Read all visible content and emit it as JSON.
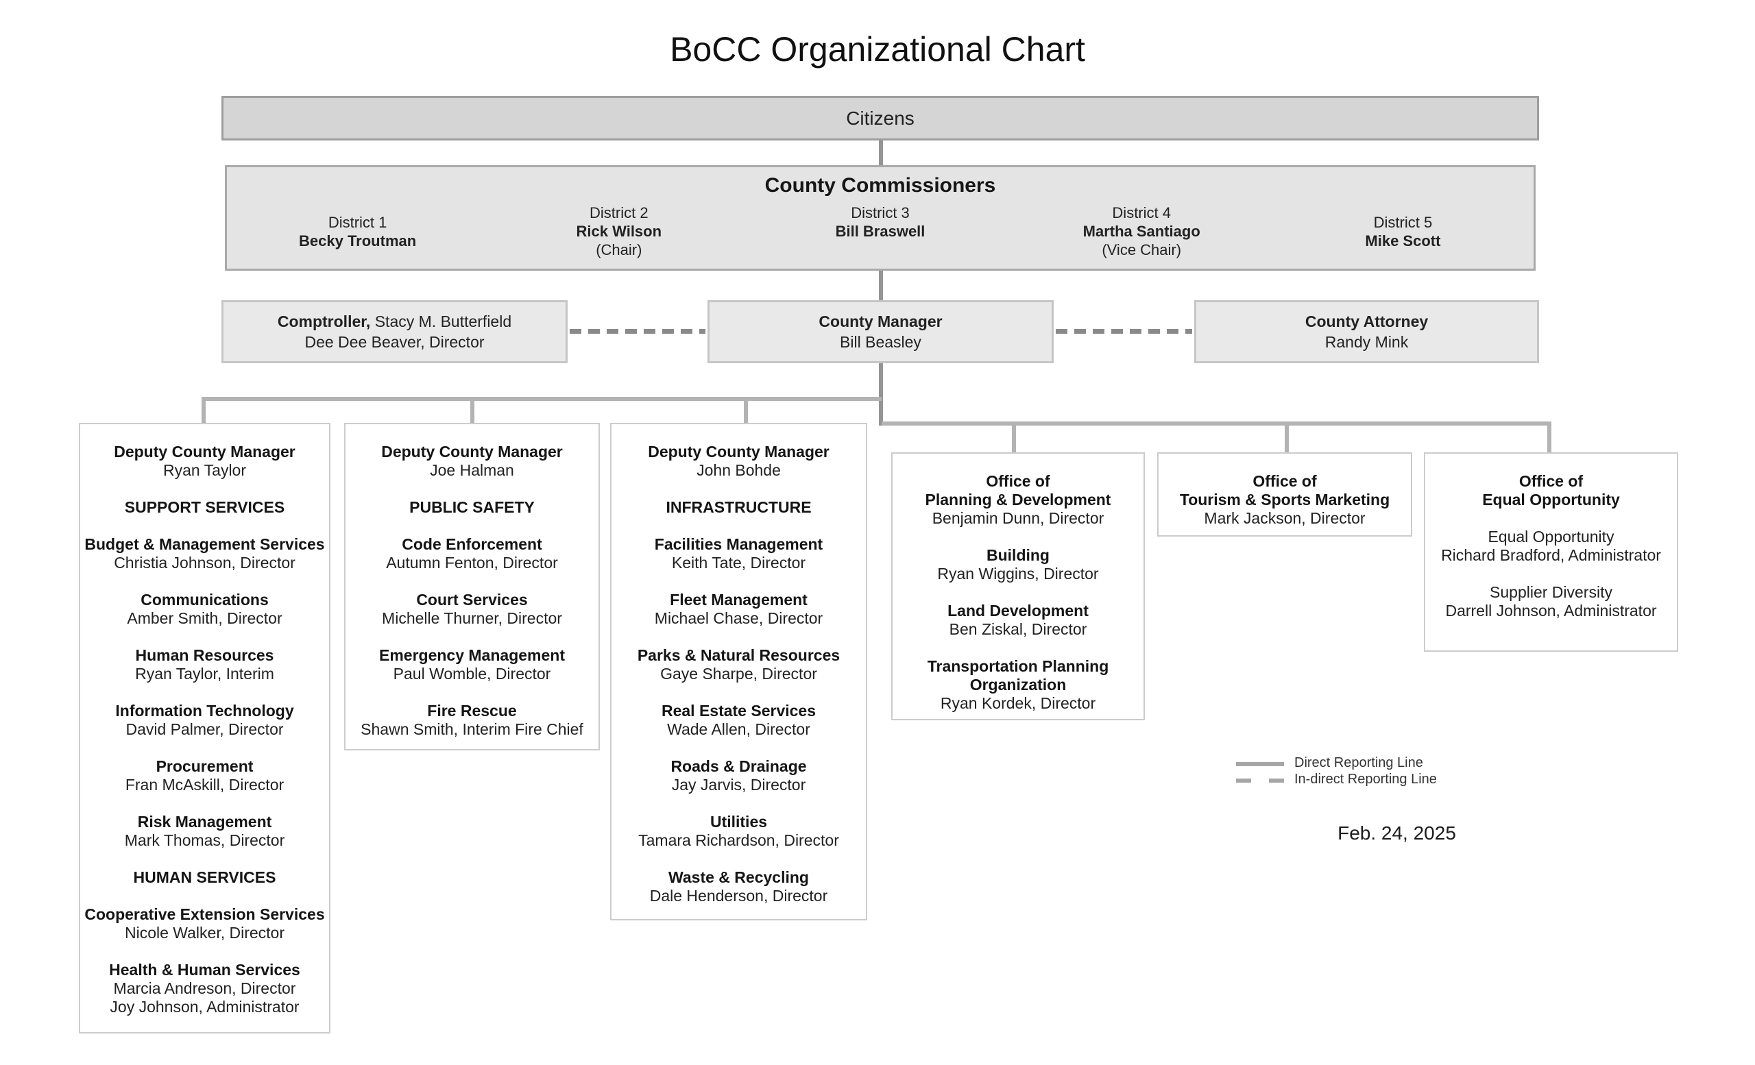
{
  "title": "BoCC Organizational Chart",
  "date": "Feb. 24, 2025",
  "citizens": {
    "label": "Citizens"
  },
  "commissioners": {
    "title": "County Commissioners",
    "districts": [
      {
        "district": "District 1",
        "name": "Becky Troutman",
        "role": ""
      },
      {
        "district": "District 2",
        "name": "Rick Wilson",
        "role": "(Chair)"
      },
      {
        "district": "District 3",
        "name": "Bill Braswell",
        "role": ""
      },
      {
        "district": "District 4",
        "name": "Martha Santiago",
        "role": "(Vice Chair)"
      },
      {
        "district": "District 5",
        "name": "Mike Scott",
        "role": ""
      }
    ]
  },
  "executives": {
    "comptroller": {
      "title": "Comptroller,",
      "title_rest": " Stacy M. Butterfield",
      "line2": "Dee Dee Beaver, Director"
    },
    "county_manager": {
      "title": "County Manager",
      "name": "Bill Beasley"
    },
    "county_attorney": {
      "title": "County Attorney",
      "name": "Randy Mink"
    }
  },
  "departments": [
    {
      "id": "support-services",
      "groups": [
        {
          "lines": [
            {
              "t": "Deputy County Manager",
              "b": true
            },
            {
              "t": "Ryan Taylor"
            }
          ]
        },
        {
          "lines": [
            {
              "t": "SUPPORT SERVICES",
              "b": true
            }
          ]
        },
        {
          "lines": [
            {
              "t": "Budget & Management Services",
              "b": true
            },
            {
              "t": "Christia Johnson, Director"
            }
          ]
        },
        {
          "lines": [
            {
              "t": "Communications",
              "b": true
            },
            {
              "t": "Amber Smith, Director"
            }
          ]
        },
        {
          "lines": [
            {
              "t": "Human Resources",
              "b": true
            },
            {
              "t": "Ryan Taylor, Interim"
            }
          ]
        },
        {
          "lines": [
            {
              "t": "Information Technology",
              "b": true
            },
            {
              "t": "David Palmer, Director"
            }
          ]
        },
        {
          "lines": [
            {
              "t": "Procurement",
              "b": true
            },
            {
              "t": "Fran McAskill, Director"
            }
          ]
        },
        {
          "lines": [
            {
              "t": "Risk Management",
              "b": true
            },
            {
              "t": "Mark Thomas, Director"
            }
          ]
        },
        {
          "lines": [
            {
              "t": "HUMAN SERVICES",
              "b": true
            }
          ]
        },
        {
          "lines": [
            {
              "t": "Cooperative Extension Services",
              "b": true
            },
            {
              "t": "Nicole Walker, Director"
            }
          ]
        },
        {
          "lines": [
            {
              "t": "Health & Human Services",
              "b": true
            },
            {
              "t": "Marcia Andreson, Director"
            },
            {
              "t": "Joy Johnson, Administrator"
            }
          ]
        }
      ]
    },
    {
      "id": "public-safety",
      "groups": [
        {
          "lines": [
            {
              "t": "Deputy County Manager",
              "b": true
            },
            {
              "t": "Joe Halman"
            }
          ]
        },
        {
          "lines": [
            {
              "t": "PUBLIC SAFETY",
              "b": true
            }
          ]
        },
        {
          "lines": [
            {
              "t": "Code Enforcement",
              "b": true
            },
            {
              "t": "Autumn Fenton, Director"
            }
          ]
        },
        {
          "lines": [
            {
              "t": "Court Services",
              "b": true
            },
            {
              "t": "Michelle Thurner, Director"
            }
          ]
        },
        {
          "lines": [
            {
              "t": "Emergency Management",
              "b": true
            },
            {
              "t": "Paul Womble, Director"
            }
          ]
        },
        {
          "lines": [
            {
              "t": "Fire Rescue",
              "b": true
            },
            {
              "t": "Shawn Smith, Interim Fire Chief"
            }
          ]
        }
      ]
    },
    {
      "id": "infrastructure",
      "groups": [
        {
          "lines": [
            {
              "t": "Deputy County Manager",
              "b": true
            },
            {
              "t": "John Bohde"
            }
          ]
        },
        {
          "lines": [
            {
              "t": "INFRASTRUCTURE",
              "b": true
            }
          ]
        },
        {
          "lines": [
            {
              "t": "Facilities Management",
              "b": true
            },
            {
              "t": "Keith Tate, Director"
            }
          ]
        },
        {
          "lines": [
            {
              "t": "Fleet Management",
              "b": true
            },
            {
              "t": "Michael Chase, Director"
            }
          ]
        },
        {
          "lines": [
            {
              "t": "Parks & Natural Resources",
              "b": true
            },
            {
              "t": "Gaye Sharpe, Director"
            }
          ]
        },
        {
          "lines": [
            {
              "t": "Real Estate Services",
              "b": true
            },
            {
              "t": "Wade Allen, Director"
            }
          ]
        },
        {
          "lines": [
            {
              "t": "Roads & Drainage",
              "b": true
            },
            {
              "t": "Jay Jarvis, Director"
            }
          ]
        },
        {
          "lines": [
            {
              "t": "Utilities",
              "b": true
            },
            {
              "t": "Tamara Richardson, Director"
            }
          ]
        },
        {
          "lines": [
            {
              "t": "Waste & Recycling",
              "b": true
            },
            {
              "t": "Dale Henderson, Director"
            }
          ]
        }
      ]
    },
    {
      "id": "planning-development",
      "groups": [
        {
          "lines": [
            {
              "t": "Office of",
              "b": true
            },
            {
              "t": "Planning & Development",
              "b": true
            },
            {
              "t": "Benjamin Dunn, Director"
            }
          ]
        },
        {
          "lines": [
            {
              "t": "Building",
              "b": true
            },
            {
              "t": "Ryan Wiggins, Director"
            }
          ]
        },
        {
          "lines": [
            {
              "t": "Land Development",
              "b": true
            },
            {
              "t": "Ben Ziskal, Director"
            }
          ]
        },
        {
          "lines": [
            {
              "t": "Transportation Planning",
              "b": true
            },
            {
              "t": "Organization",
              "b": true
            },
            {
              "t": "Ryan Kordek, Director"
            }
          ]
        }
      ]
    },
    {
      "id": "tourism-sports-marketing",
      "groups": [
        {
          "lines": [
            {
              "t": "Office of",
              "b": true
            },
            {
              "t": "Tourism & Sports Marketing",
              "b": true
            },
            {
              "t": "Mark Jackson, Director"
            }
          ]
        }
      ]
    },
    {
      "id": "equal-opportunity",
      "groups": [
        {
          "lines": [
            {
              "t": "Office of",
              "b": true
            },
            {
              "t": "Equal Opportunity",
              "b": true
            }
          ]
        },
        {
          "lines": [
            {
              "t": "Equal Opportunity"
            },
            {
              "t": "Richard Bradford, Administrator"
            }
          ]
        },
        {
          "lines": [
            {
              "t": "Supplier Diversity"
            },
            {
              "t": "Darrell Johnson, Administrator"
            }
          ]
        }
      ]
    }
  ],
  "legend": {
    "direct_label": "Direct Reporting Line",
    "indirect_label": "In-direct Reporting Line"
  },
  "colors": {
    "citizens_fill": "#d5d5d5",
    "commissioners_fill": "#e4e4e4",
    "exec_fill": "#e9e9e9",
    "direct_line": "#949494",
    "bracket_line": "#b3b3b3",
    "dept_border": "#cccccc"
  }
}
